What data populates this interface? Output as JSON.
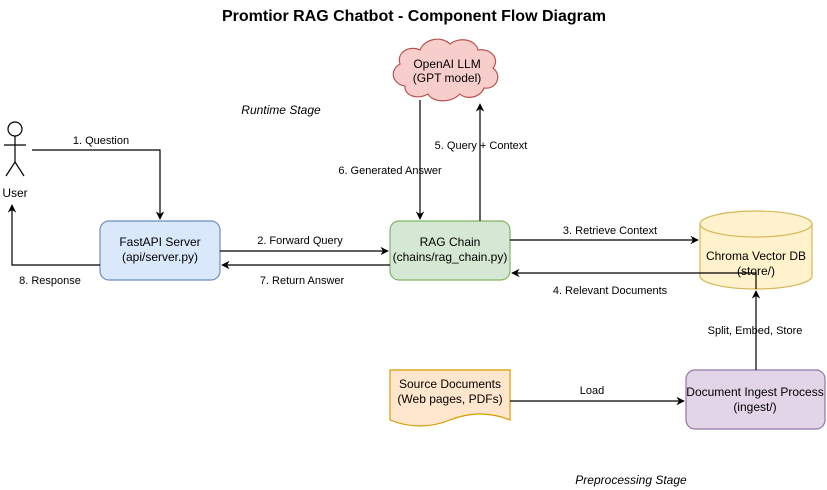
{
  "title": "Promtior RAG Chatbot - Component Flow Diagram",
  "stages": {
    "runtime": "Runtime Stage",
    "preprocessing": "Preprocessing Stage"
  },
  "nodes": {
    "user": {
      "label": "User"
    },
    "fastapi": {
      "line1": "FastAPI Server",
      "line2": "(api/server.py)",
      "fill": "#dae8fc",
      "stroke": "#6c8ebf"
    },
    "rag": {
      "line1": "RAG Chain",
      "line2": "(chains/rag_chain.py)",
      "fill": "#d5e8d4",
      "stroke": "#82b366"
    },
    "llm": {
      "line1": "OpenAI LLM",
      "line2": "(GPT model)",
      "fill": "#f8cecc",
      "stroke": "#b85450"
    },
    "chroma": {
      "line1": "Chroma Vector DB",
      "line2": "(store/)",
      "fill": "#fff2cc",
      "stroke": "#d6b656"
    },
    "source": {
      "line1": "Source Documents",
      "line2": "(Web pages, PDFs)",
      "fill": "#ffe6cc",
      "stroke": "#d79b00"
    },
    "ingest": {
      "line1": "Document Ingest Process",
      "line2": "(ingest/)",
      "fill": "#e1d5e7",
      "stroke": "#9673a6"
    }
  },
  "edges": {
    "question": "1. Question",
    "forward_query": "2. Forward Query",
    "retrieve_context": "3. Retrieve Context",
    "relevant_documents": "4. Relevant Documents",
    "query_context": "5. Query + Context",
    "generated_answer": "6. Generated Answer",
    "return_answer": "7. Return Answer",
    "response": "8. Response",
    "split_embed_store": "Split, Embed, Store",
    "load": "Load"
  }
}
